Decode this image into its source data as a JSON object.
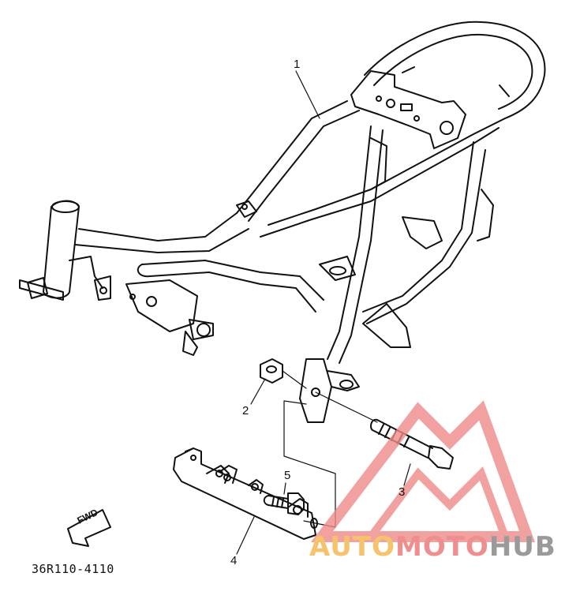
{
  "diagram": {
    "callouts": [
      {
        "id": "1",
        "label": "1"
      },
      {
        "id": "2",
        "label": "2"
      },
      {
        "id": "3",
        "label": "3"
      },
      {
        "id": "4",
        "label": "4"
      },
      {
        "id": "5",
        "label": "5"
      }
    ],
    "fwd_label": "FWD",
    "drawing_code": "36R110-4110"
  },
  "watermark": {
    "part1": "AUTO",
    "part2": "MOTO",
    "part3": "HUB",
    "colors": {
      "auto": "#f6c26b",
      "moto": "#ef8e8e",
      "hub": "#9a9a9a",
      "logo": "#f08a8a"
    }
  }
}
